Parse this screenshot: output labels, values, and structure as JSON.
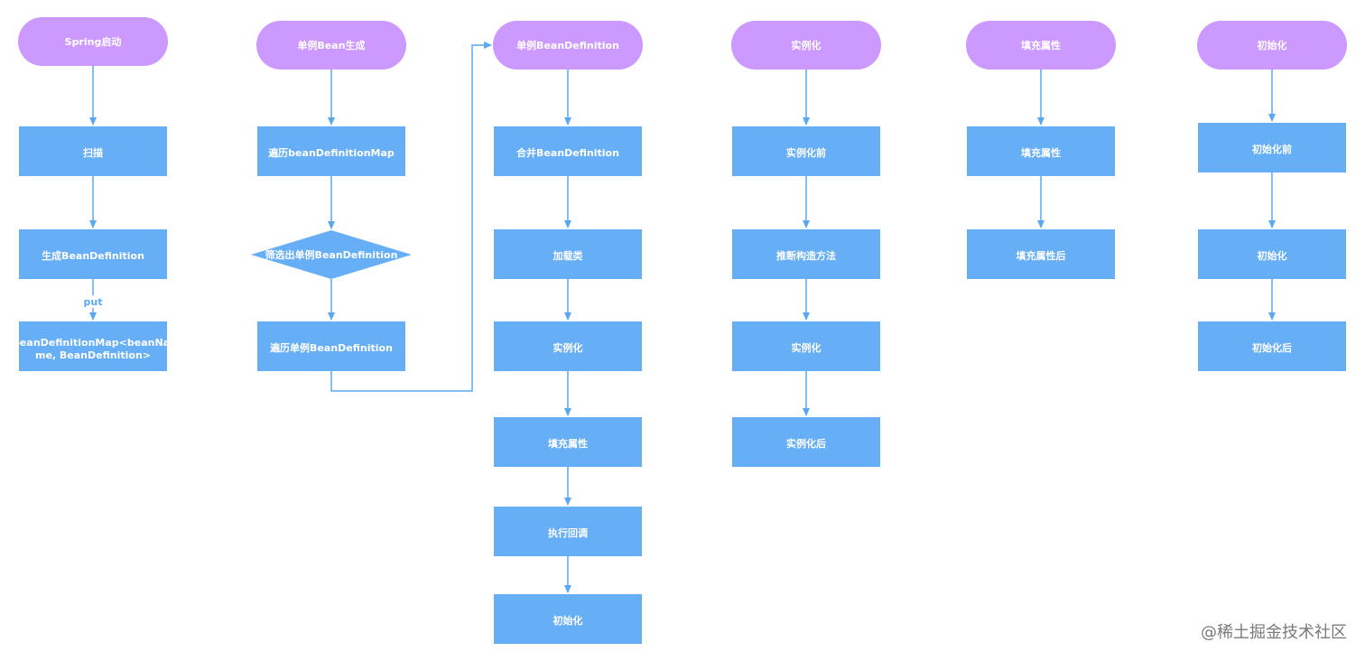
{
  "colors": {
    "start_fill": "#cc99ff",
    "process_fill": "#66aef5",
    "edge": "#5aa7f2",
    "text": "#ffffff",
    "watermark": "#7a7a7a"
  },
  "flows": [
    {
      "start": "Spring启动",
      "steps": [
        "扫描",
        "生成BeanDefinition",
        "beanDefinitionMap<beanName, BeanDefinition>"
      ],
      "edge_labels": [
        "",
        "",
        "put"
      ]
    },
    {
      "start": "单例Bean生成",
      "steps": [
        "遍历beanDefinitionMap",
        "筛选出单例BeanDefinition",
        "遍历单例BeanDefinition"
      ],
      "decision_step": "筛选出单例BeanDefinition"
    },
    {
      "start": "单例BeanDefinition",
      "steps": [
        "合并BeanDefinition",
        "加载类",
        "实例化",
        "填充属性",
        "执行回调",
        "初始化"
      ]
    },
    {
      "start": "实例化",
      "steps": [
        "实例化前",
        "推断构造方法",
        "实例化",
        "实例化后"
      ]
    },
    {
      "start": "填充属性",
      "steps": [
        "填充属性",
        "填充属性后"
      ]
    },
    {
      "start": "初始化",
      "steps": [
        "初始化前",
        "初始化",
        "初始化后"
      ]
    }
  ],
  "connector": {
    "from": "遍历单例BeanDefinition",
    "to": "单例BeanDefinition"
  },
  "watermark": "@稀土掘金技术社区"
}
